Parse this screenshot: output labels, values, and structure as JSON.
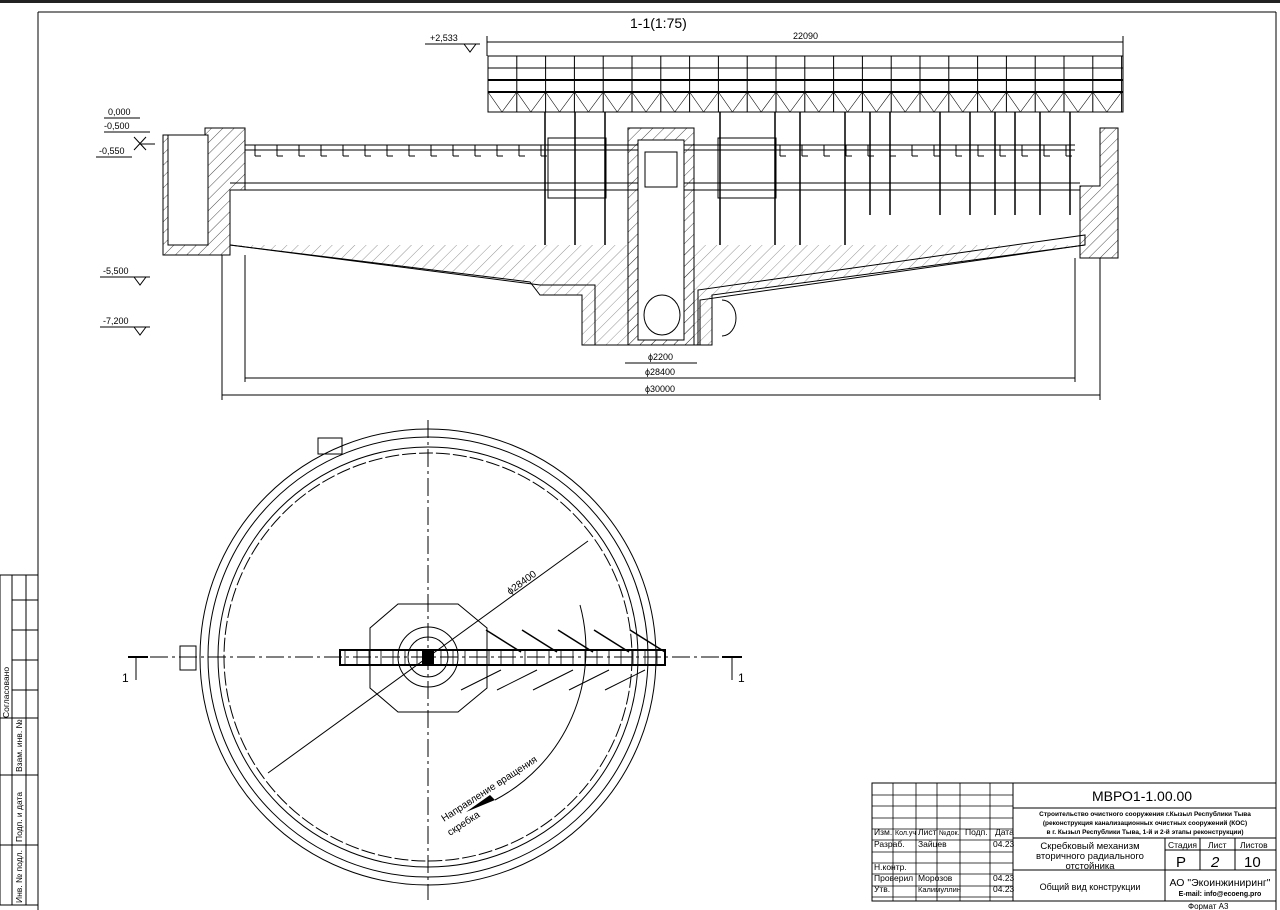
{
  "section": {
    "title": "1-1(1:75)",
    "top_dimension": "22090",
    "levels": [
      "+2,533",
      "0,000",
      "-0,500",
      "-0,550",
      "-5,500",
      "-7,200"
    ],
    "diameters": [
      "ϕ2200",
      "ϕ28400",
      "ϕ30000"
    ]
  },
  "plan": {
    "diameter_label": "ϕ28400",
    "rotation_line1": "Направление вращения",
    "rotation_line2": "скребка",
    "cut_left": "1",
    "cut_right": "1"
  },
  "stamp": {
    "agreed": "Согласовано",
    "fields": [
      "Взам. инв. №",
      "Подп. и дата",
      "Инв. № подл."
    ]
  },
  "title_block": {
    "code": "МВРО1-1.00.00",
    "project_lines": [
      "Строительство очистного сооружения г.Кызыл Республики Тыва",
      "(реконструкция канализационных очистных сооружений (КОС)",
      "в г. Кызыл Республики Тыва, 1-й и 2-й этапы реконструкции)"
    ],
    "headers": [
      "Изм.",
      "Кол.уч",
      "Лист",
      "№док.",
      "Подп.",
      "Дата"
    ],
    "rows": [
      {
        "role": "Разраб.",
        "name": "Зайцев",
        "date": "04.23"
      },
      {
        "role": "Н.контр.",
        "name": "",
        "date": ""
      },
      {
        "role": "Проверил",
        "name": "Морозов",
        "date": "04.23"
      },
      {
        "role": "Утв.",
        "name": "Калимуллин",
        "date": "04.23"
      }
    ],
    "name_lines": [
      "Скребковый механизм",
      "вторичного радиального",
      "отстойника"
    ],
    "sheet_title": "Общий вид конструкции",
    "stage_label": "Стадия",
    "sheet_label": "Лист",
    "sheets_label": "Листов",
    "stage": "Р",
    "sheet": "2",
    "sheets": "10",
    "company": "АО \"Экоинжиниринг\"",
    "email": "E-mail: info@ecoeng.pro",
    "format": "Формат А3"
  }
}
